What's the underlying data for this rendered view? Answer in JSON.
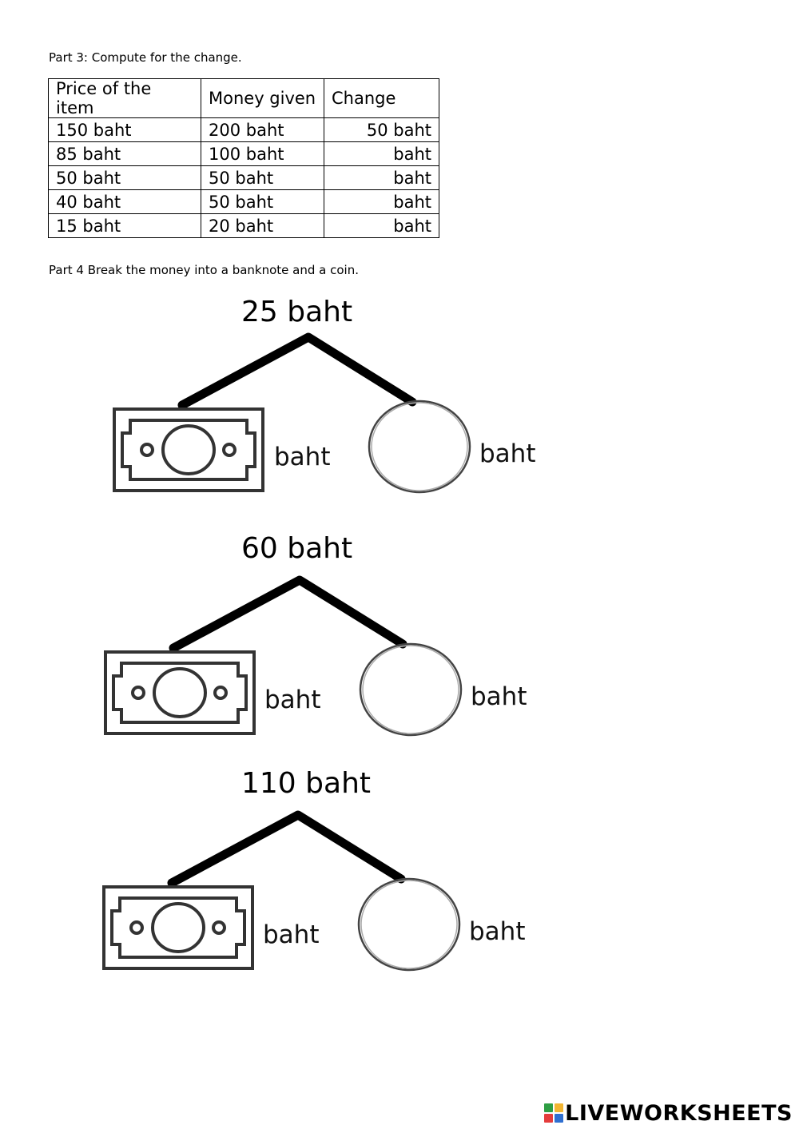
{
  "part3": {
    "heading": "Part 3: Compute for the change.",
    "columns": [
      "Price of the item",
      "Money given",
      "Change"
    ],
    "rows": [
      [
        "150 baht",
        "200 baht",
        "50 baht"
      ],
      [
        "85 baht",
        "100 baht",
        "baht"
      ],
      [
        "50 baht",
        "50 baht",
        "baht"
      ],
      [
        "40 baht",
        "50 baht",
        "baht"
      ],
      [
        "15 baht",
        "20 baht",
        "baht"
      ]
    ]
  },
  "part4": {
    "heading": "Part 4 Break the money into a banknote and a coin.",
    "problems": [
      {
        "amount": "25 baht",
        "note_label": "baht",
        "coin_label": "baht"
      },
      {
        "amount": "60 baht",
        "note_label": "baht",
        "coin_label": "baht"
      },
      {
        "amount": "110 baht",
        "note_label": "baht",
        "coin_label": "baht"
      }
    ]
  },
  "logo": {
    "text": "LIVEWORKSHEETS",
    "colors": [
      "#2e9e44",
      "#f2b531",
      "#e43c3c",
      "#2f6fd0"
    ]
  }
}
